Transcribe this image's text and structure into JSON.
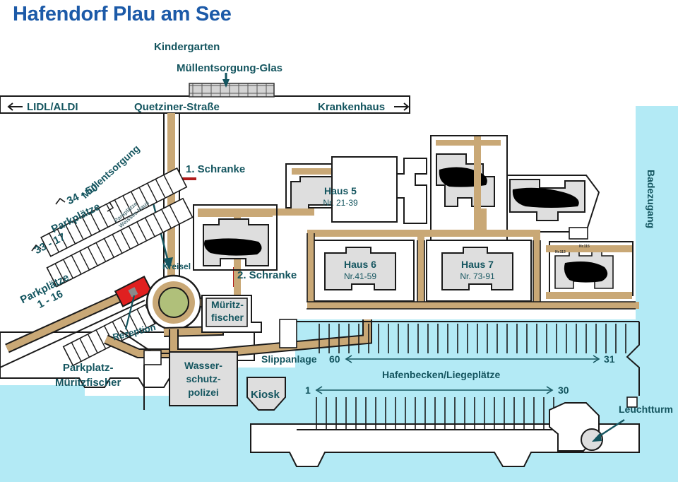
{
  "title": "Hafendorf Plau am See",
  "colors": {
    "title_blue": "#1c5aa8",
    "label_teal": "#14555f",
    "water": "#b3eaf5",
    "road": "#c9a876",
    "building_fill": "#dedede",
    "barrier_red": "#b01c1c",
    "reception_red": "#e02020",
    "roundabout_green": "#b0c07a"
  },
  "roads": {
    "main_street": "Quetziner-Straße",
    "west_arrow": "←",
    "west_label": "LIDL/ALDI",
    "east_label": "Krankenhaus",
    "east_arrow": "→"
  },
  "pois": {
    "kindergarten": "Kindergarten",
    "glass_disposal": "Müllentsorgung-Glas",
    "waste_disposal": "Müllentsorgung",
    "barrier_1": "1. Schranke",
    "barrier_2": "2. Schranke",
    "roundabout": "Kreisel",
    "reception": "Rezeption",
    "bath_access": "Badezugang",
    "lighthouse": "Leuchtturm",
    "slipway": "Slippanlage",
    "kiosk": "Kiosk",
    "water_police": [
      "Wasser-",
      "schutz-",
      "polizei"
    ],
    "fishery": [
      "Müritz-",
      "fischer"
    ],
    "fishery_parking": [
      "Parkplatz-",
      "Müritzfischer"
    ]
  },
  "parking": {
    "white_house": [
      "Parkplätze",
      "Weisses Haus"
    ],
    "lots": [
      {
        "range": "34 - 50",
        "name": ""
      },
      {
        "range": "33 - 17",
        "name": "Parkplätze"
      },
      {
        "range": "1 - 16",
        "name": "Parkplätze"
      }
    ],
    "label_34_50": "34 - 50",
    "label_33_17": "33 - 17",
    "label_parkplaetze": "Parkplätze",
    "label_1_16_line1": "Parkplätze",
    "label_1_16_line2": "1 - 16"
  },
  "houses": [
    {
      "name": "Haus 5",
      "numbers": "Nr. 21-39"
    },
    {
      "name": "Haus 6",
      "numbers": "Nr.41-59"
    },
    {
      "name": "Haus 7",
      "numbers": "Nr. 73-91"
    }
  ],
  "house_numbers_small": [
    "Nr.113",
    "Nr.115"
  ],
  "harbour": {
    "basin_label": "Hafenbecken/Liegeplätze",
    "upper_from": "60",
    "upper_to": "31",
    "upper_arrow_left": "←",
    "upper_arrow_right": "→",
    "lower_from": "1",
    "lower_to": "30",
    "lower_arrow_left": "←",
    "lower_arrow_right": "→",
    "upper_berths": 30,
    "lower_berths": 30
  }
}
